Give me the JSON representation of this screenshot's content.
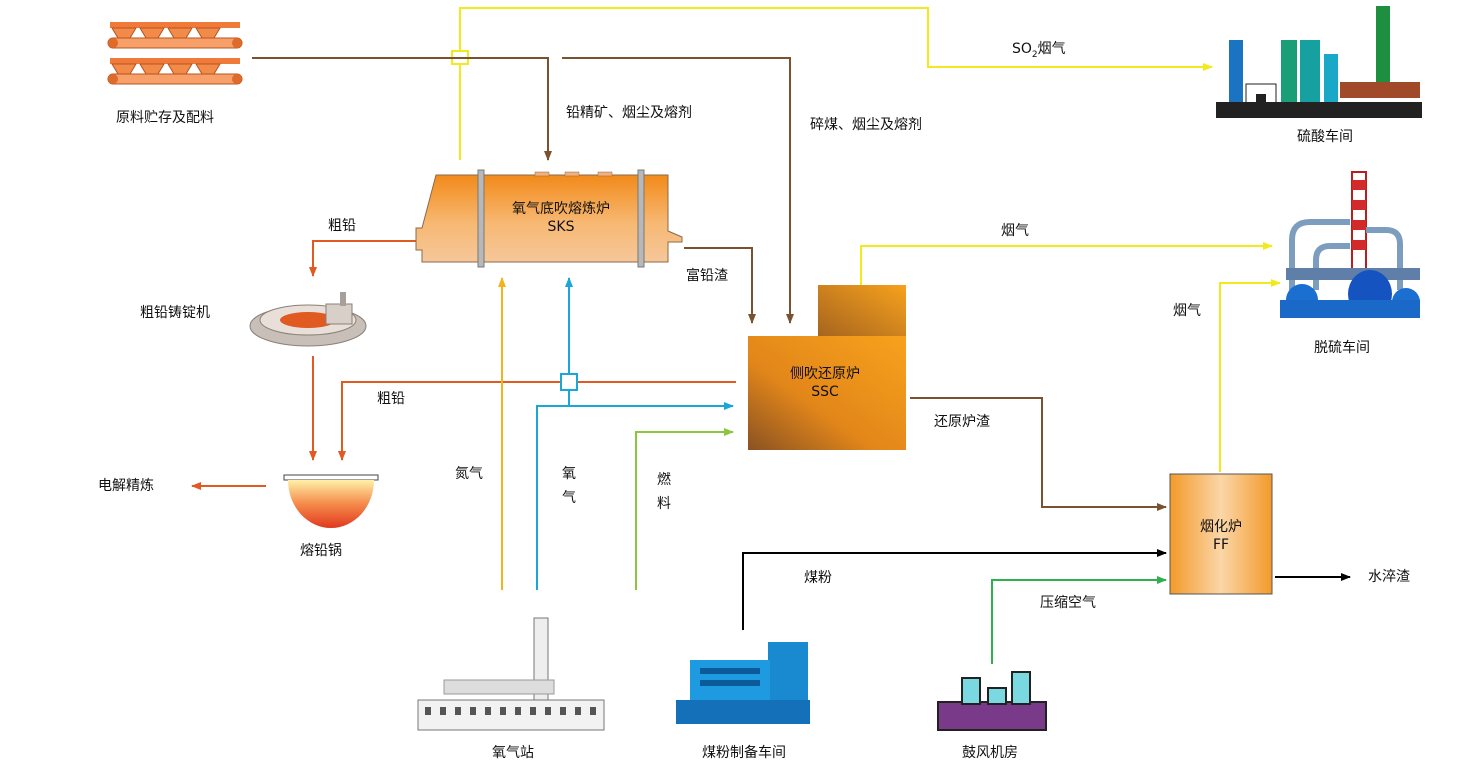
{
  "colors": {
    "gas": "#f2ea1c",
    "material": "#7a5230",
    "lead": "#e05a22",
    "oxygen": "#19a7d8",
    "nitrogen": "#f2b41c",
    "fuel": "#8cc640",
    "coal": "#000000",
    "air": "#2eb04f",
    "furnace_orange": "#f39a1e"
  },
  "units": {
    "raw_storage": "原料贮存及配料",
    "sulfuric_acid": "硫酸车间",
    "desulfurization": "脱硫车间",
    "sks_name": "氧气底吹熔炼炉",
    "sks_code": "SKS",
    "ingot_machine": "粗铅铸锭机",
    "lead_pot": "熔铅锅",
    "electrolysis": "电解精炼",
    "ssc_name": "侧吹还原炉",
    "ssc_code": "SSC",
    "ff_name": "烟化炉",
    "ff_code": "FF",
    "water_slag": "水淬渣",
    "oxygen_station": "氧气站",
    "coal_prep": "煤粉制备车间",
    "blower_room": "鼓风机房"
  },
  "flows": {
    "so2_gas_main": "SO",
    "so2_gas_sub": "2",
    "so2_gas_tail": "烟气",
    "lead_concentrate": "铅精矿、烟尘及熔剂",
    "crushed_coal": "碎煤、烟尘及熔剂",
    "crude_lead_1": "粗铅",
    "crude_lead_2": "粗铅",
    "rich_lead_slag": "富铅渣",
    "flue_gas_1": "烟气",
    "flue_gas_2": "烟气",
    "reduction_slag": "还原炉渣",
    "nitrogen": "氮气",
    "oxygen": "氧气",
    "fuel": "燃料",
    "pulverized_coal": "煤粉",
    "compressed_air": "压缩空气"
  }
}
